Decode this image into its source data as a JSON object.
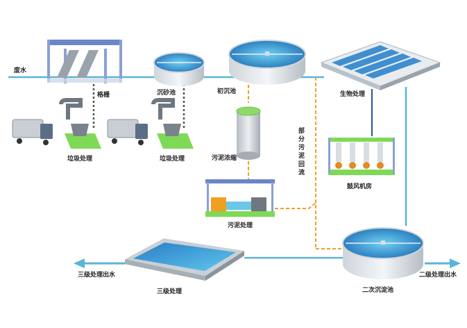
{
  "labels": {
    "wastewater": "废水",
    "screen": "格栅",
    "grit_chamber": "沉砂池",
    "primary_clarifier": "初沉池",
    "biological_treatment": "生物处理",
    "garbage_treatment_1": "垃圾处理",
    "garbage_treatment_2": "垃圾处理",
    "sludge_thickener": "污泥浓缩",
    "sludge_return": [
      "部",
      "分",
      "污",
      "泥",
      "回",
      "流"
    ],
    "blower_room": "鼓风机房",
    "sludge_treatment": "污泥处理",
    "tertiary_outlet": "三级处理出水",
    "tertiary_treatment": "三级处理",
    "secondary_clarifier": "二次沉淀池",
    "secondary_outlet": "二级处理出水"
  },
  "colors": {
    "water_line": "#5ab4d8",
    "sludge_dash": "#f0a020",
    "waste_dash": "#555555",
    "tank_water": "#2a7fc0",
    "green_base": "#7ed957",
    "frame_blue": "#6b86c8",
    "biological_connector": "#2c4fa0"
  },
  "icons": [
    "screen-frame-icon",
    "grit-tank-icon",
    "clarifier-tank-icon",
    "bio-basin-icon",
    "garbage-truck-icon",
    "garbage-hopper-icon",
    "thickener-cylinder-icon",
    "blower-icon",
    "sludge-press-icon",
    "tertiary-basin-icon",
    "secondary-clarifier-icon",
    "outflow-arrow-icon"
  ]
}
